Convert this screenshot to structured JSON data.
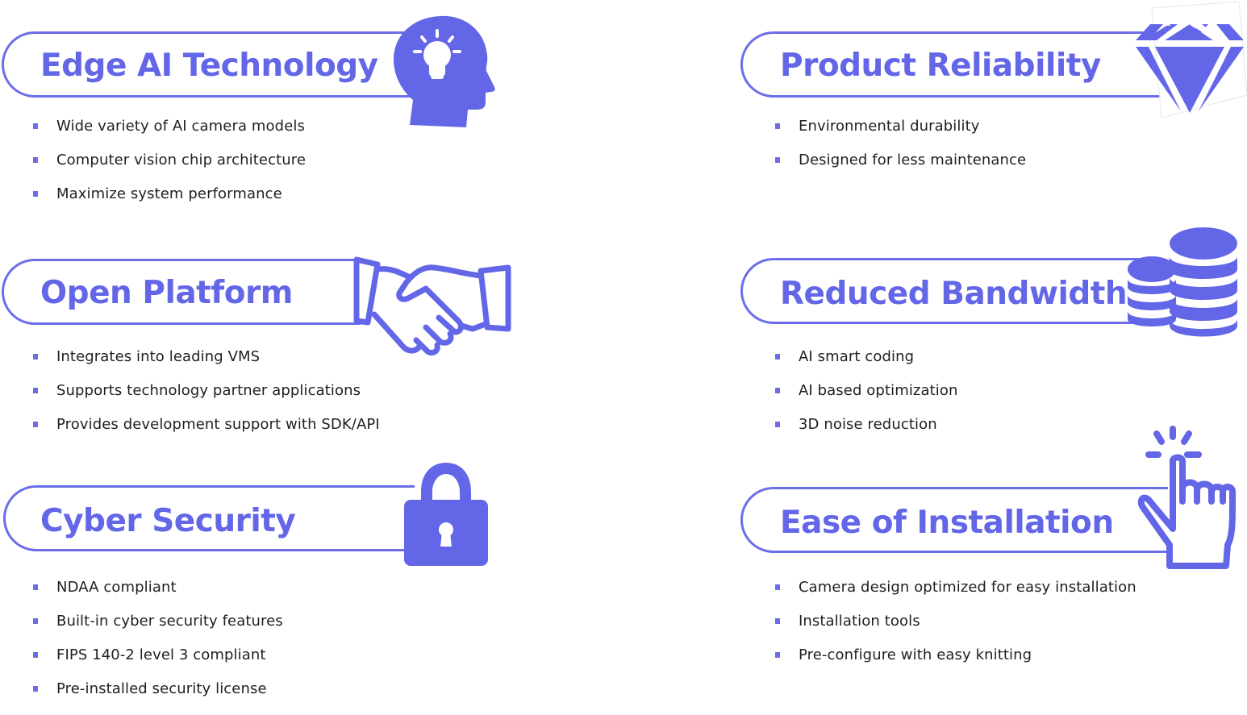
{
  "accent_color": "#6366e6",
  "sections": [
    {
      "id": "edge-ai",
      "title": "Edge AI Technology",
      "icon": "head-lightbulb-icon",
      "bullets": [
        "Wide variety of AI camera models",
        "Computer vision chip architecture",
        "Maximize system performance"
      ]
    },
    {
      "id": "open-platform",
      "title": "Open Platform",
      "icon": "handshake-icon",
      "bullets": [
        "Integrates into leading VMS",
        "Supports technology partner applications",
        "Provides development support with SDK/API"
      ]
    },
    {
      "id": "cyber-security",
      "title": "Cyber Security",
      "icon": "padlock-icon",
      "bullets": [
        "NDAA compliant",
        "Built-in cyber security features",
        "FIPS 140-2 level 3 compliant",
        "Pre-installed security license"
      ]
    },
    {
      "id": "product-reliability",
      "title": "Product Reliability",
      "icon": "diamond-icon",
      "bullets": [
        "Environmental durability",
        "Designed for less maintenance"
      ]
    },
    {
      "id": "reduced-bandwidth",
      "title": "Reduced Bandwidth",
      "icon": "coin-stack-icon",
      "bullets": [
        "AI smart coding",
        "AI based optimization",
        "3D noise reduction"
      ]
    },
    {
      "id": "ease-of-installation",
      "title": "Ease of Installation",
      "icon": "pointing-hand-tap-icon",
      "bullets": [
        "Camera design optimized for easy installation",
        "Installation tools",
        "Pre-configure with easy knitting"
      ]
    }
  ]
}
